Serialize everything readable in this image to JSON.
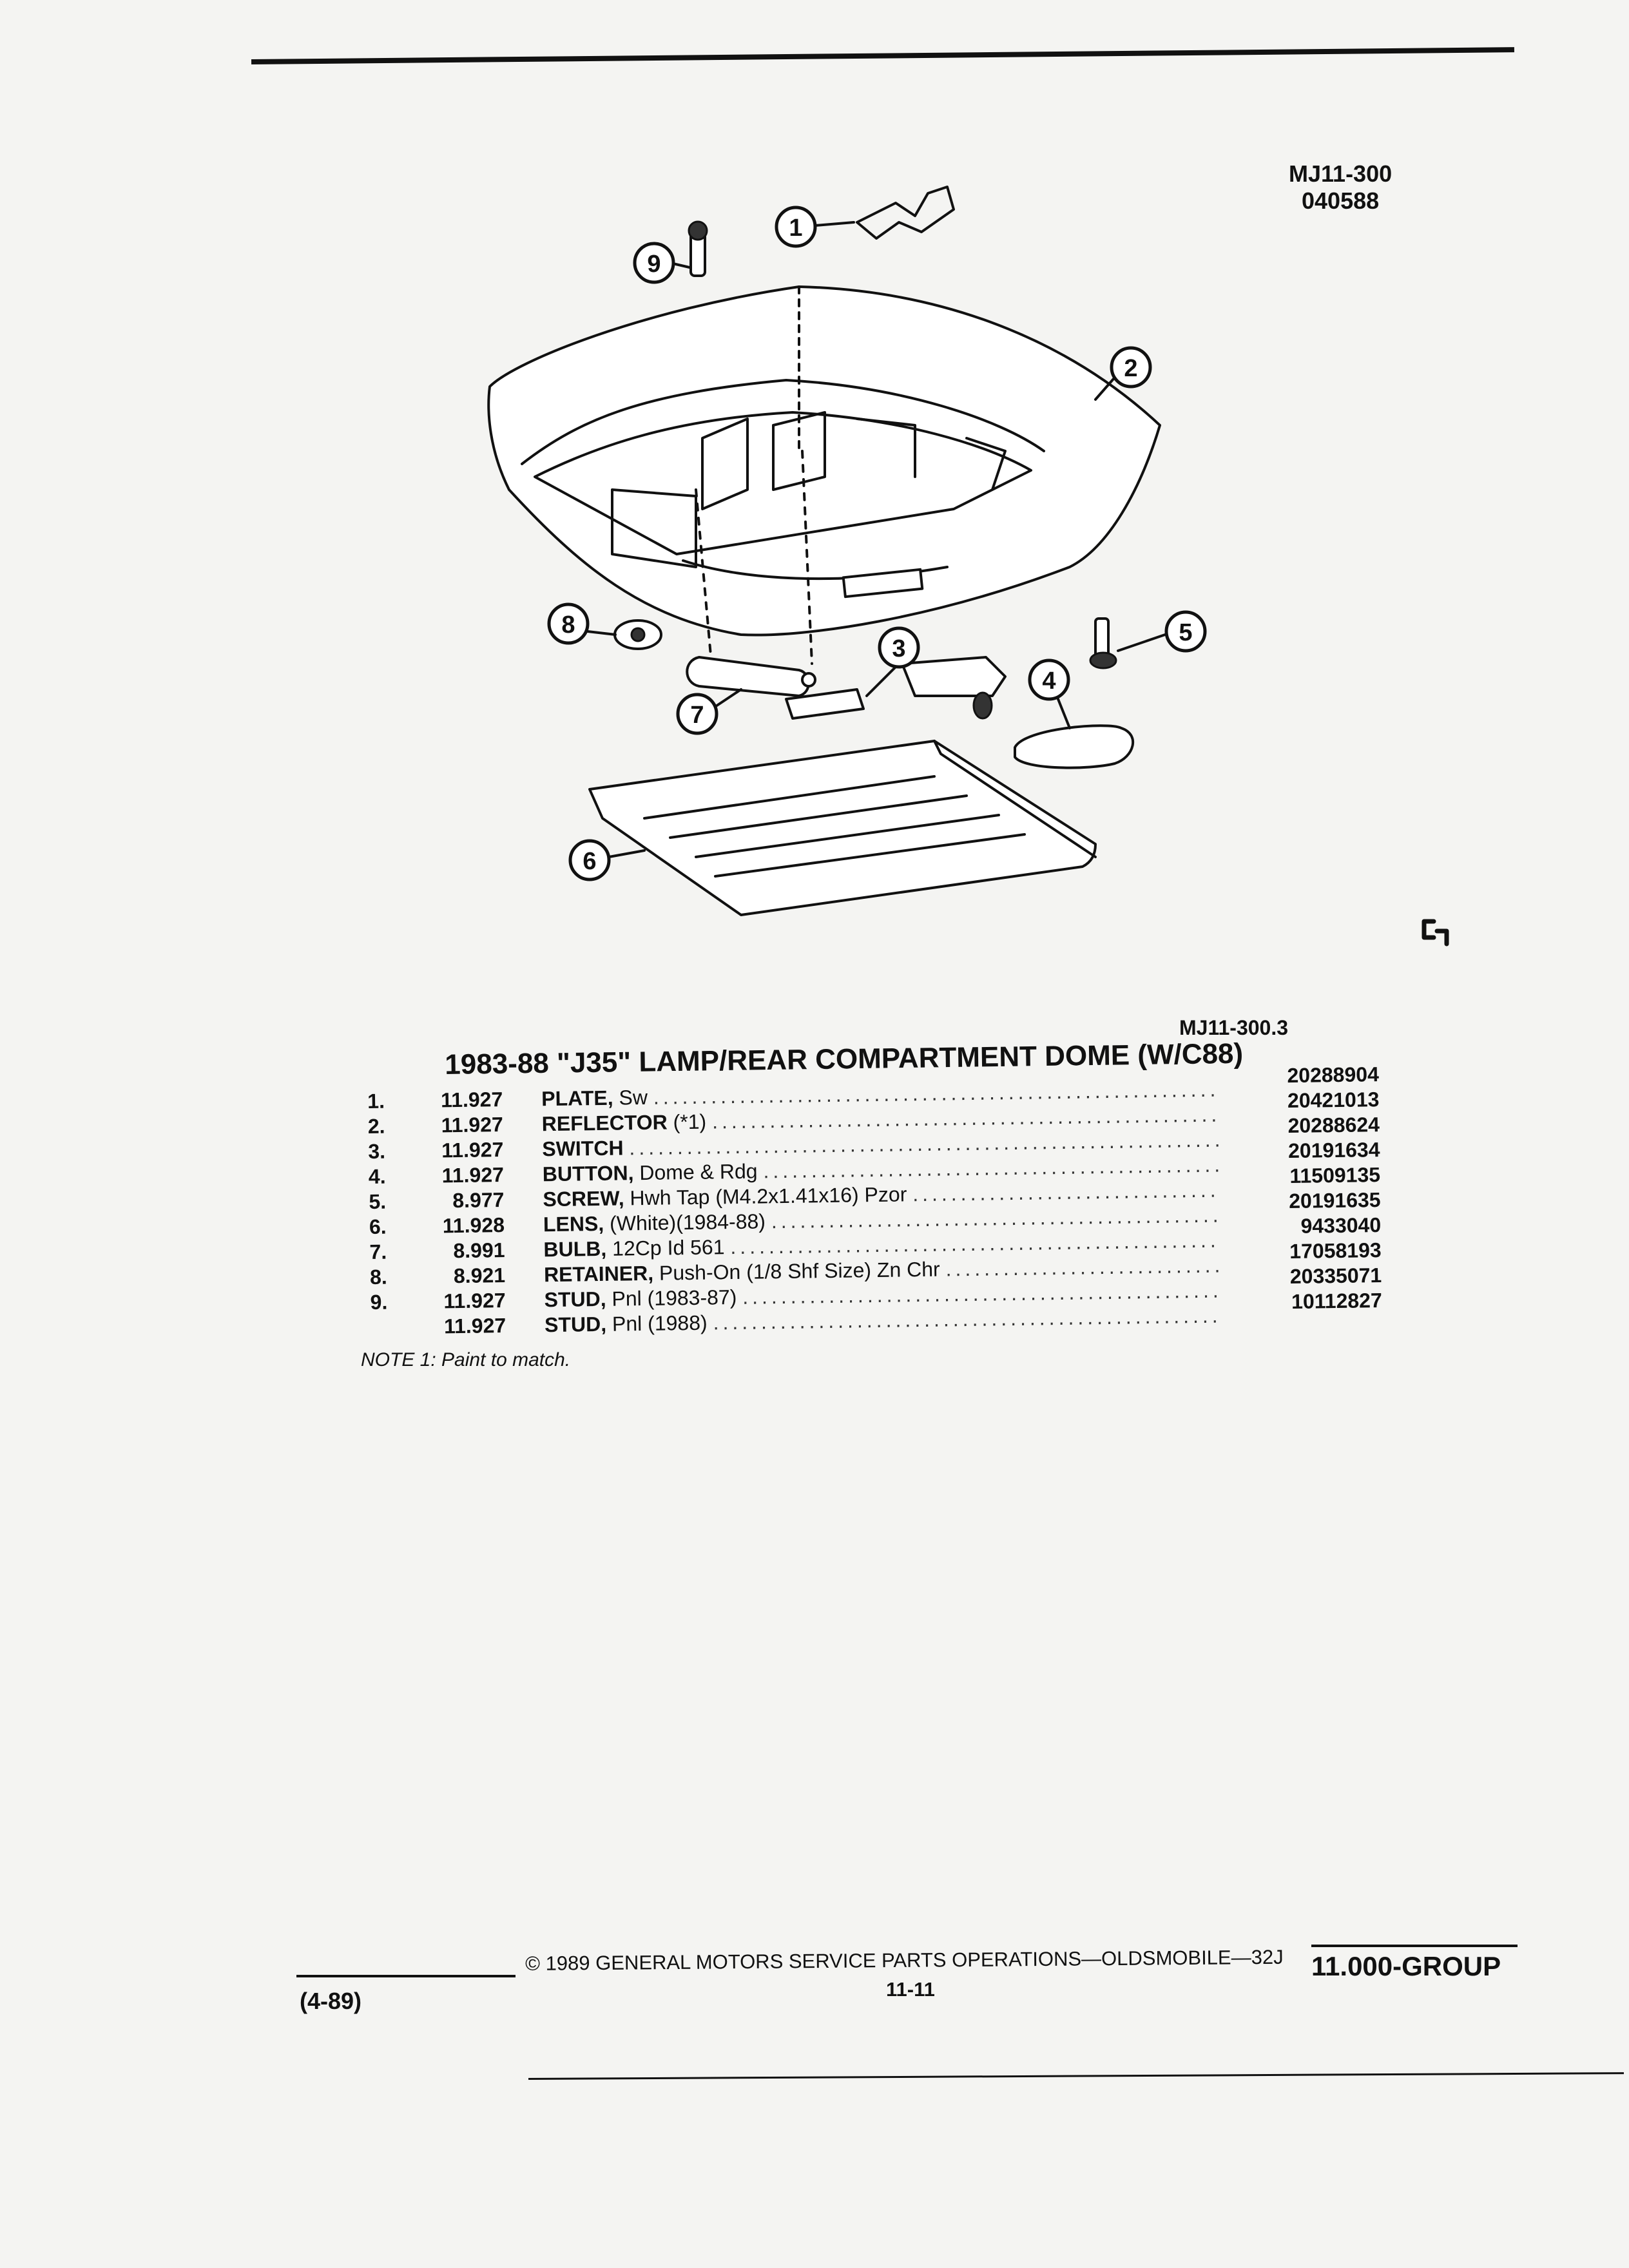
{
  "header": {
    "doc_code": "MJ11-300",
    "doc_date": "040588"
  },
  "diagram": {
    "figure_code": "MJ11-300.3",
    "callouts": [
      "1",
      "2",
      "3",
      "4",
      "5",
      "6",
      "7",
      "8",
      "9"
    ]
  },
  "section": {
    "title": "1983-88 \"J35\" LAMP/REAR COMPARTMENT DOME (W/C88)"
  },
  "parts": [
    {
      "index": "1.",
      "group": "11.927",
      "name": "PLATE,",
      "detail": " Sw",
      "part_no": "20288904"
    },
    {
      "index": "2.",
      "group": "11.927",
      "name": "REFLECTOR",
      "detail": " (*1)",
      "part_no": "20421013"
    },
    {
      "index": "3.",
      "group": "11.927",
      "name": "SWITCH",
      "detail": "",
      "part_no": "20288624"
    },
    {
      "index": "4.",
      "group": "11.927",
      "name": "BUTTON,",
      "detail": " Dome & Rdg",
      "part_no": "20191634"
    },
    {
      "index": "5.",
      "group": "8.977",
      "name": "SCREW,",
      "detail": " Hwh Tap (M4.2x1.41x16) Pzor",
      "part_no": "11509135"
    },
    {
      "index": "6.",
      "group": "11.928",
      "name": "LENS,",
      "detail": " (White)(1984-88)",
      "part_no": "20191635"
    },
    {
      "index": "7.",
      "group": "8.991",
      "name": "BULB,",
      "detail": " 12Cp Id 561",
      "part_no": "9433040"
    },
    {
      "index": "8.",
      "group": "8.921",
      "name": "RETAINER,",
      "detail": " Push-On (1/8 Shf Size) Zn Chr",
      "part_no": "17058193"
    },
    {
      "index": "9.",
      "group": "11.927",
      "name": "STUD,",
      "detail": " Pnl (1983-87)",
      "part_no": "20335071"
    },
    {
      "index": "",
      "group": "11.927",
      "name": "STUD,",
      "detail": " Pnl (1988)",
      "part_no": "10112827"
    }
  ],
  "note": "NOTE 1: Paint to match.",
  "footer": {
    "date_code": "(4-89)",
    "copyright": "© 1989 GENERAL MOTORS SERVICE PARTS OPERATIONS—OLDSMOBILE—32J",
    "page": "11-11",
    "group": "11.000-GROUP"
  },
  "colors": {
    "ink": "#111111",
    "paper": "#f4f4f2"
  }
}
